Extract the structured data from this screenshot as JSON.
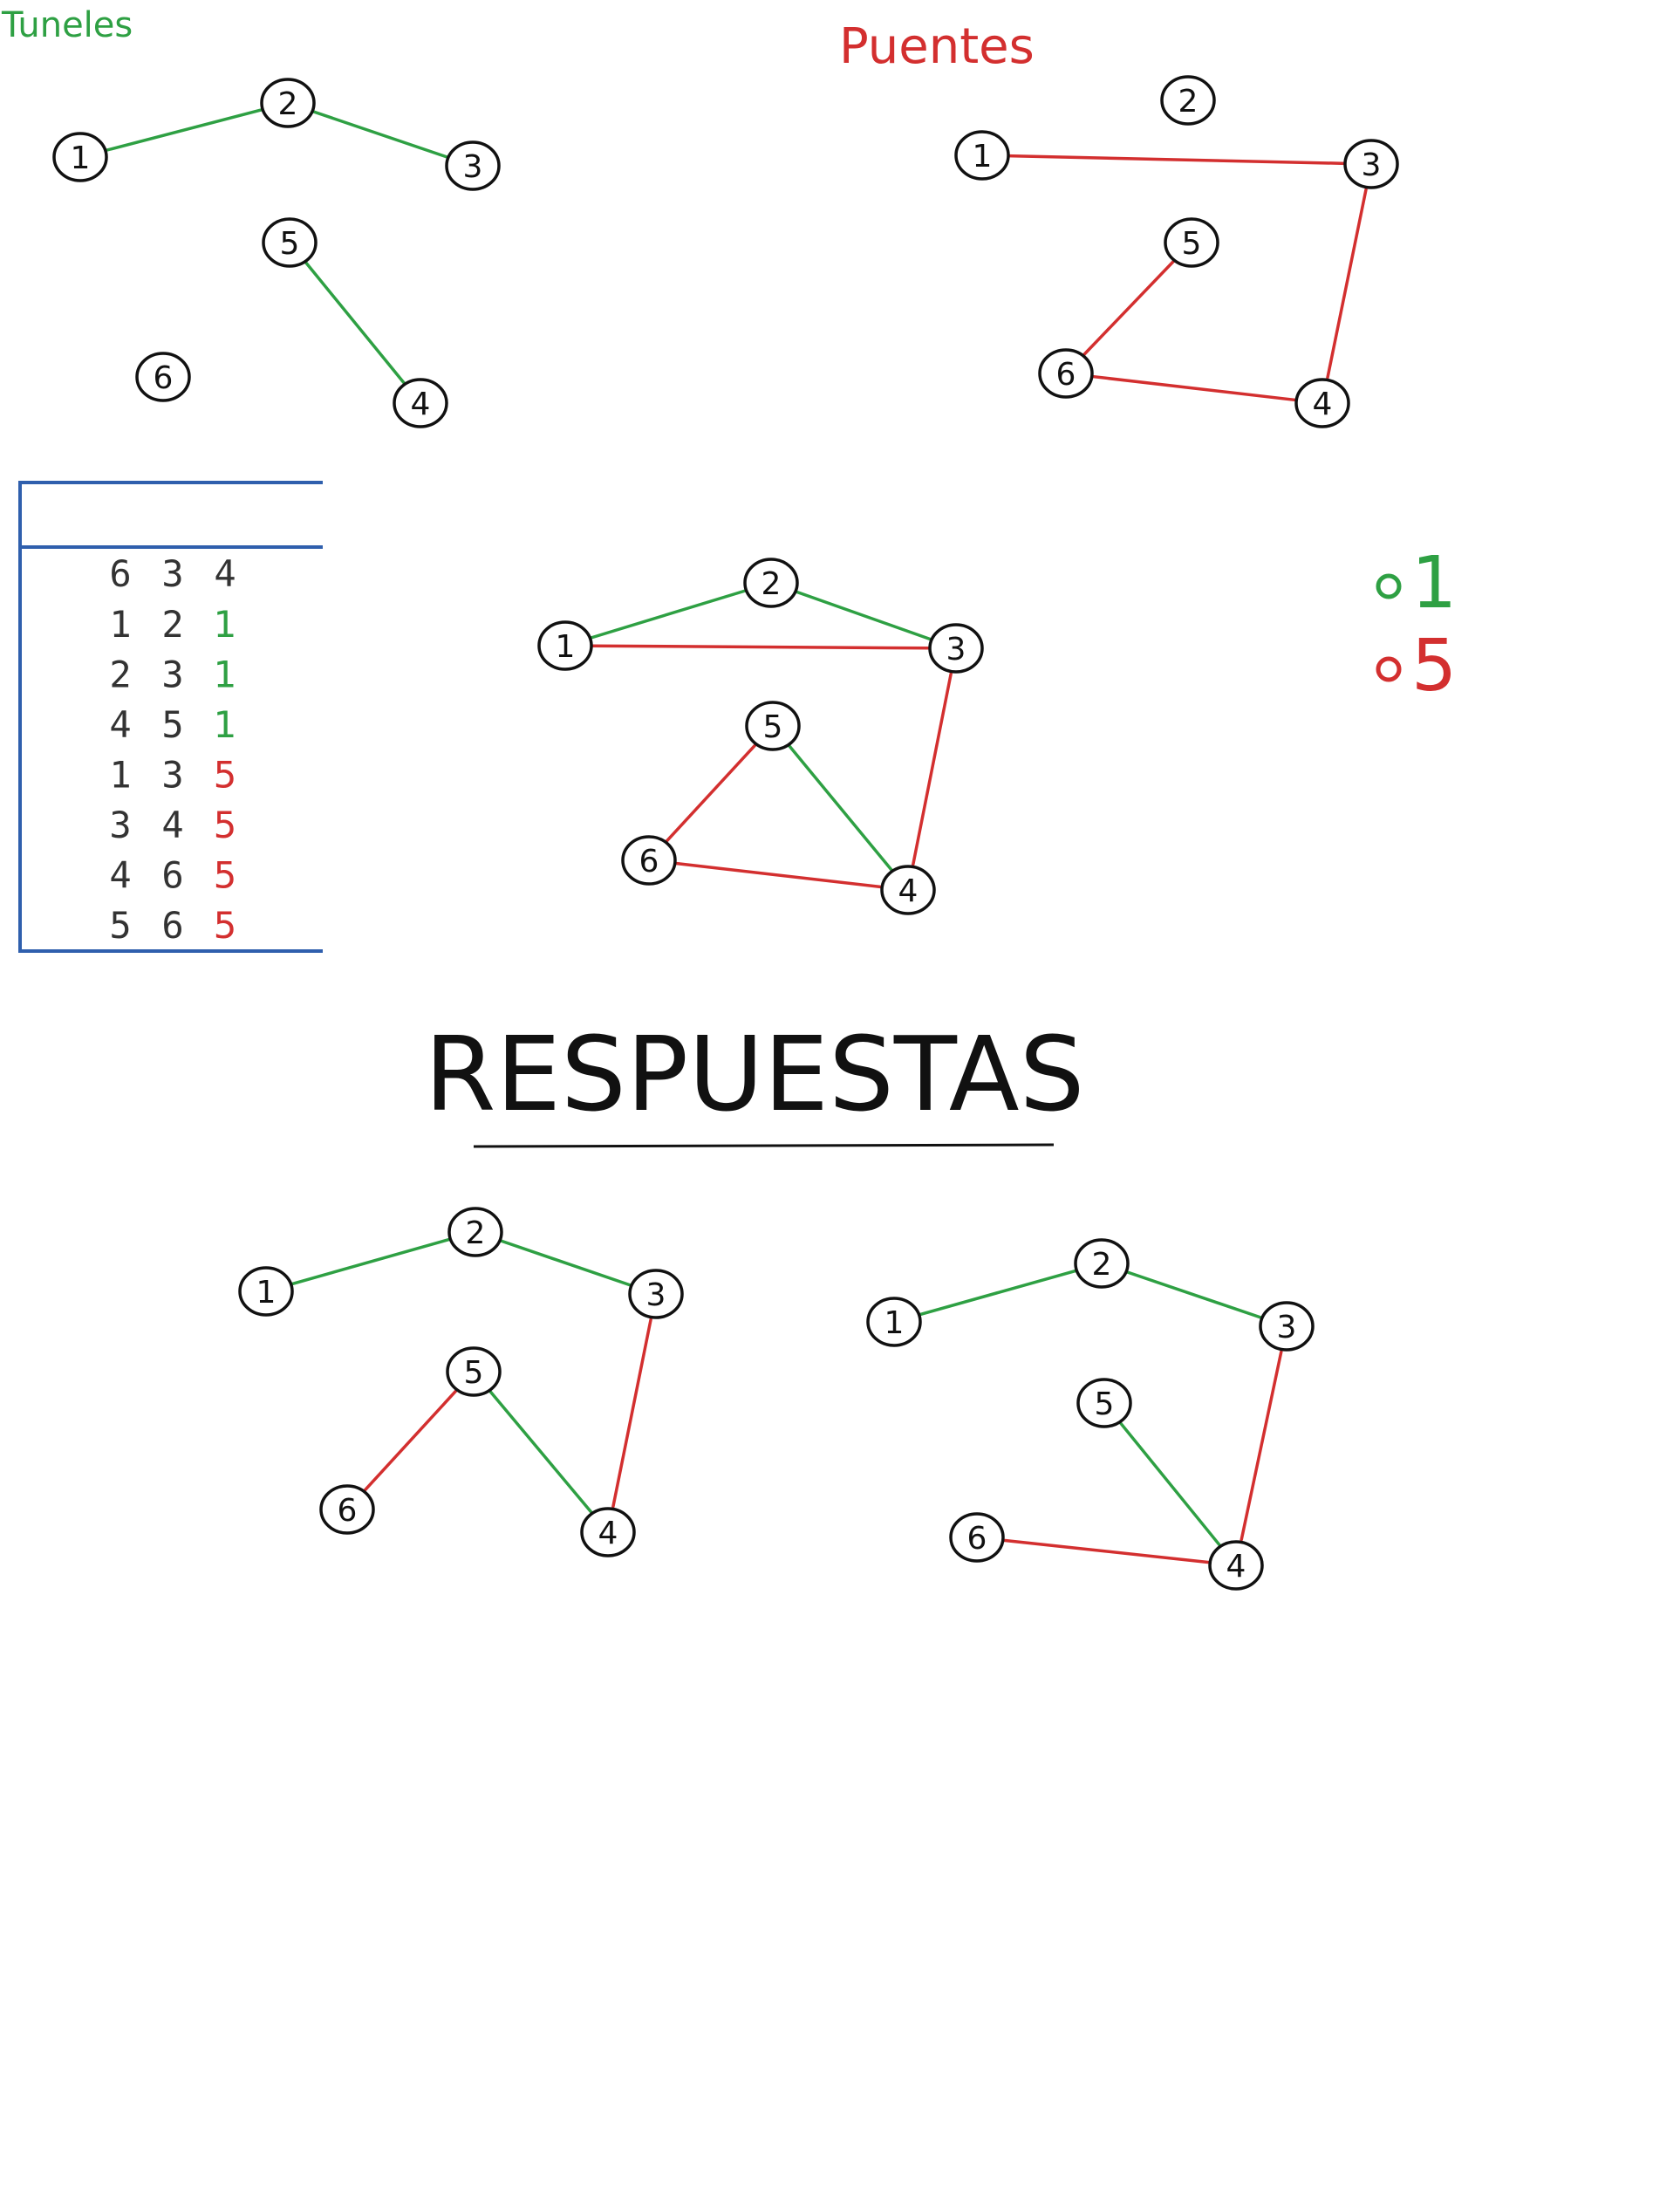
{
  "labels": {
    "tuneles": "Tuneles",
    "puentes": "Puentes",
    "respuestas": "RESPUESTAS"
  },
  "colors": {
    "green": "#2ea043",
    "red": "#d32f2f",
    "blue": "#2f5fad",
    "black": "#111111"
  },
  "legend": [
    {
      "color": "green",
      "value": "1"
    },
    {
      "color": "red",
      "value": "5"
    }
  ],
  "table": {
    "header": [
      "6",
      "3",
      "4"
    ],
    "rows": [
      {
        "a": "1",
        "b": "2",
        "cost": "1",
        "color": "green"
      },
      {
        "a": "2",
        "b": "3",
        "cost": "1",
        "color": "green"
      },
      {
        "a": "4",
        "b": "5",
        "cost": "1",
        "color": "green"
      },
      {
        "a": "1",
        "b": "3",
        "cost": "5",
        "color": "red"
      },
      {
        "a": "3",
        "b": "4",
        "cost": "5",
        "color": "red"
      },
      {
        "a": "4",
        "b": "6",
        "cost": "5",
        "color": "red"
      },
      {
        "a": "5",
        "b": "6",
        "cost": "5",
        "color": "red"
      }
    ]
  },
  "graphs": [
    {
      "id": "tuneles",
      "nodes": [
        "1",
        "2",
        "3",
        "4",
        "5",
        "6"
      ],
      "edges": [
        {
          "from": "1",
          "to": "2",
          "color": "green"
        },
        {
          "from": "2",
          "to": "3",
          "color": "green"
        },
        {
          "from": "5",
          "to": "4",
          "color": "green"
        }
      ]
    },
    {
      "id": "puentes",
      "nodes": [
        "1",
        "2",
        "3",
        "4",
        "5",
        "6"
      ],
      "edges": [
        {
          "from": "1",
          "to": "3",
          "color": "red"
        },
        {
          "from": "3",
          "to": "4",
          "color": "red"
        },
        {
          "from": "4",
          "to": "6",
          "color": "red"
        },
        {
          "from": "6",
          "to": "5",
          "color": "red"
        }
      ]
    },
    {
      "id": "combinado",
      "nodes": [
        "1",
        "2",
        "3",
        "4",
        "5",
        "6"
      ],
      "edges": [
        {
          "from": "1",
          "to": "2",
          "color": "green"
        },
        {
          "from": "2",
          "to": "3",
          "color": "green"
        },
        {
          "from": "1",
          "to": "3",
          "color": "red"
        },
        {
          "from": "3",
          "to": "4",
          "color": "red"
        },
        {
          "from": "5",
          "to": "4",
          "color": "green"
        },
        {
          "from": "5",
          "to": "6",
          "color": "red"
        },
        {
          "from": "6",
          "to": "4",
          "color": "red"
        }
      ]
    },
    {
      "id": "respuesta-1",
      "nodes": [
        "1",
        "2",
        "3",
        "4",
        "5",
        "6"
      ],
      "edges": [
        {
          "from": "1",
          "to": "2",
          "color": "green"
        },
        {
          "from": "2",
          "to": "3",
          "color": "green"
        },
        {
          "from": "3",
          "to": "4",
          "color": "red"
        },
        {
          "from": "5",
          "to": "4",
          "color": "green"
        },
        {
          "from": "5",
          "to": "6",
          "color": "red"
        }
      ]
    },
    {
      "id": "respuesta-2",
      "nodes": [
        "1",
        "2",
        "3",
        "4",
        "5",
        "6"
      ],
      "edges": [
        {
          "from": "1",
          "to": "2",
          "color": "green"
        },
        {
          "from": "2",
          "to": "3",
          "color": "green"
        },
        {
          "from": "3",
          "to": "4",
          "color": "red"
        },
        {
          "from": "5",
          "to": "4",
          "color": "green"
        },
        {
          "from": "6",
          "to": "4",
          "color": "red"
        }
      ]
    }
  ]
}
